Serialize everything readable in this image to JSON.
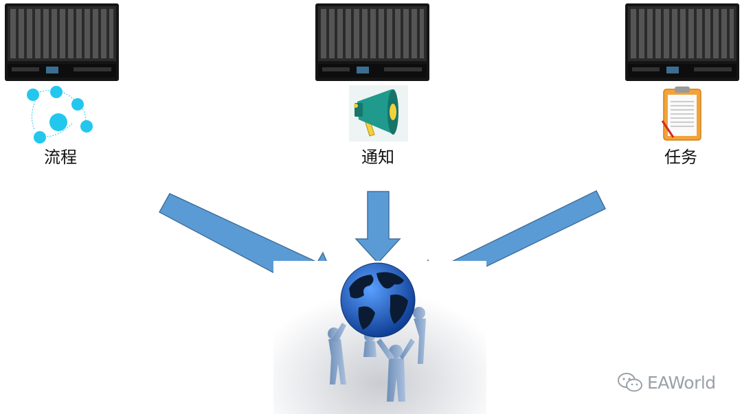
{
  "nodes": [
    {
      "label": "流程",
      "icon": "process-flow-icon",
      "server": "blade-server-icon"
    },
    {
      "label": "通知",
      "icon": "megaphone-icon",
      "server": "blade-server-icon"
    },
    {
      "label": "任务",
      "icon": "clipboard-icon",
      "server": "blade-server-icon"
    }
  ],
  "center": {
    "icon": "globe-with-people-icon"
  },
  "watermark": {
    "text": "EAWorld",
    "icon": "wechat-icon"
  },
  "colors": {
    "arrow": "#5b9bd5",
    "arrow_stroke": "#41719c",
    "bubble": "#22c7ee",
    "server": "#1b1b1b",
    "globe": "#2b6fd6"
  }
}
